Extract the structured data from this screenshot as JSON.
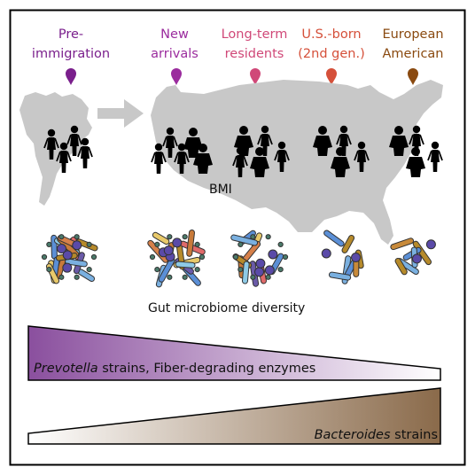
{
  "groups": [
    {
      "line1": "Pre-",
      "line2": "immigration",
      "color": "#7a1f8c"
    },
    {
      "line1": "New",
      "line2": "arrivals",
      "color": "#9b2c9e"
    },
    {
      "line1": "Long-term",
      "line2": "residents",
      "color": "#d04878"
    },
    {
      "line1": "U.S.-born",
      "line2": "(2nd gen.)",
      "color": "#d5503a"
    },
    {
      "line1": "European",
      "line2": "American",
      "color": "#8a4a10"
    }
  ],
  "labels": {
    "bmi": "BMI",
    "diversity": "Gut microbiome diversity"
  },
  "wedges": {
    "top_italic": "Prevotella",
    "top_rest": " strains, Fiber-degrading enzymes",
    "bottom_italic": "Bacteroides",
    "bottom_rest": " strains",
    "top_color": "#8a4f9e",
    "bottom_color": "#8a6a4a"
  },
  "icons": {
    "arrow": "right-arrow-icon",
    "pin": "location-pin-icon",
    "person": "person-icon",
    "microbe": "microbe-cluster-icon"
  }
}
